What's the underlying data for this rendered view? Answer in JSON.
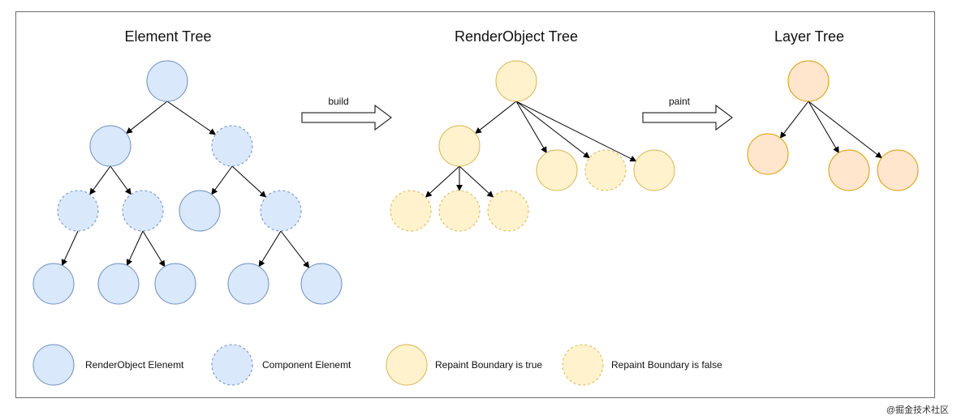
{
  "trees": [
    {
      "title": "Element Tree"
    },
    {
      "title": "RenderObject Tree"
    },
    {
      "title": "Layer Tree"
    }
  ],
  "arrows": [
    {
      "label": "build"
    },
    {
      "label": "paint"
    }
  ],
  "legend": [
    {
      "label": "RenderObject Elenemt",
      "fill": "#dae8fc",
      "stroke": "#6c8ebf",
      "dashed": false
    },
    {
      "label": "Component Elenemt",
      "fill": "#dae8fc",
      "stroke": "#6c8ebf",
      "dashed": true
    },
    {
      "label": "Repaint Boundary is true",
      "fill": "#fff2cc",
      "stroke": "#d6b656",
      "dashed": false
    },
    {
      "label": "Repaint Boundary is false",
      "fill": "#fff2cc",
      "stroke": "#d6b656",
      "dashed": true
    }
  ],
  "colors": {
    "element_fill": "#dae8fc",
    "element_stroke": "#6c8ebf",
    "render_fill": "#fff2cc",
    "render_stroke": "#d6b656",
    "layer_fill": "#ffe6cc",
    "layer_stroke": "#d79b00"
  },
  "watermark": "@掘金技术社区"
}
